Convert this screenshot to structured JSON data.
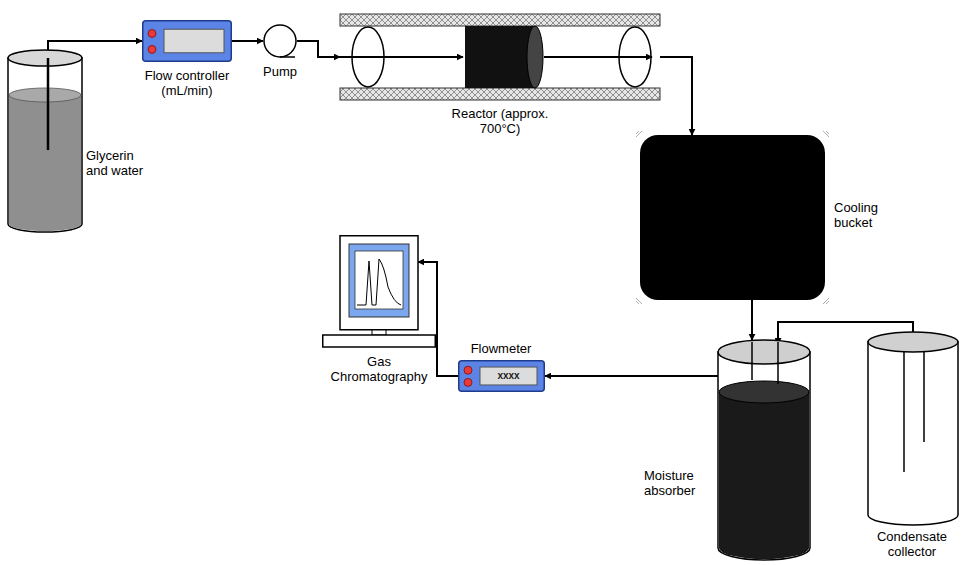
{
  "diagram": {
    "nodes": [
      {
        "text": [
          "Glycerin and water"
        ]
      },
      {
        "text": [
          "Flow controller (mL/min)"
        ]
      },
      {
        "text": [
          "Pump"
        ]
      },
      {
        "text": [
          "Reactor (approx. 700°C)"
        ]
      },
      {
        "text": [
          "Cooling bucket"
        ]
      },
      {
        "text": [
          "Gas Chromatography"
        ]
      },
      {
        "text": [
          "Flowmeter",
          "xxxx"
        ]
      },
      {
        "text": [
          "Moisture absorber"
        ]
      },
      {
        "text": [
          "Condensate collector"
        ]
      }
    ],
    "edges": [
      {
        "from": 0,
        "to": 1,
        "arrow": "to"
      },
      {
        "from": 1,
        "to": 2,
        "arrow": "to"
      },
      {
        "from": 2,
        "to": 3,
        "arrow": "to"
      },
      {
        "from": 3,
        "to": 4,
        "arrow": "to"
      },
      {
        "from": 4,
        "to": 7,
        "arrow": "to"
      },
      {
        "from": 8,
        "to": 7,
        "arrow": "to"
      },
      {
        "from": 7,
        "to": 6,
        "arrow": "to"
      },
      {
        "from": 6,
        "to": 5,
        "arrow": "to"
      }
    ]
  }
}
